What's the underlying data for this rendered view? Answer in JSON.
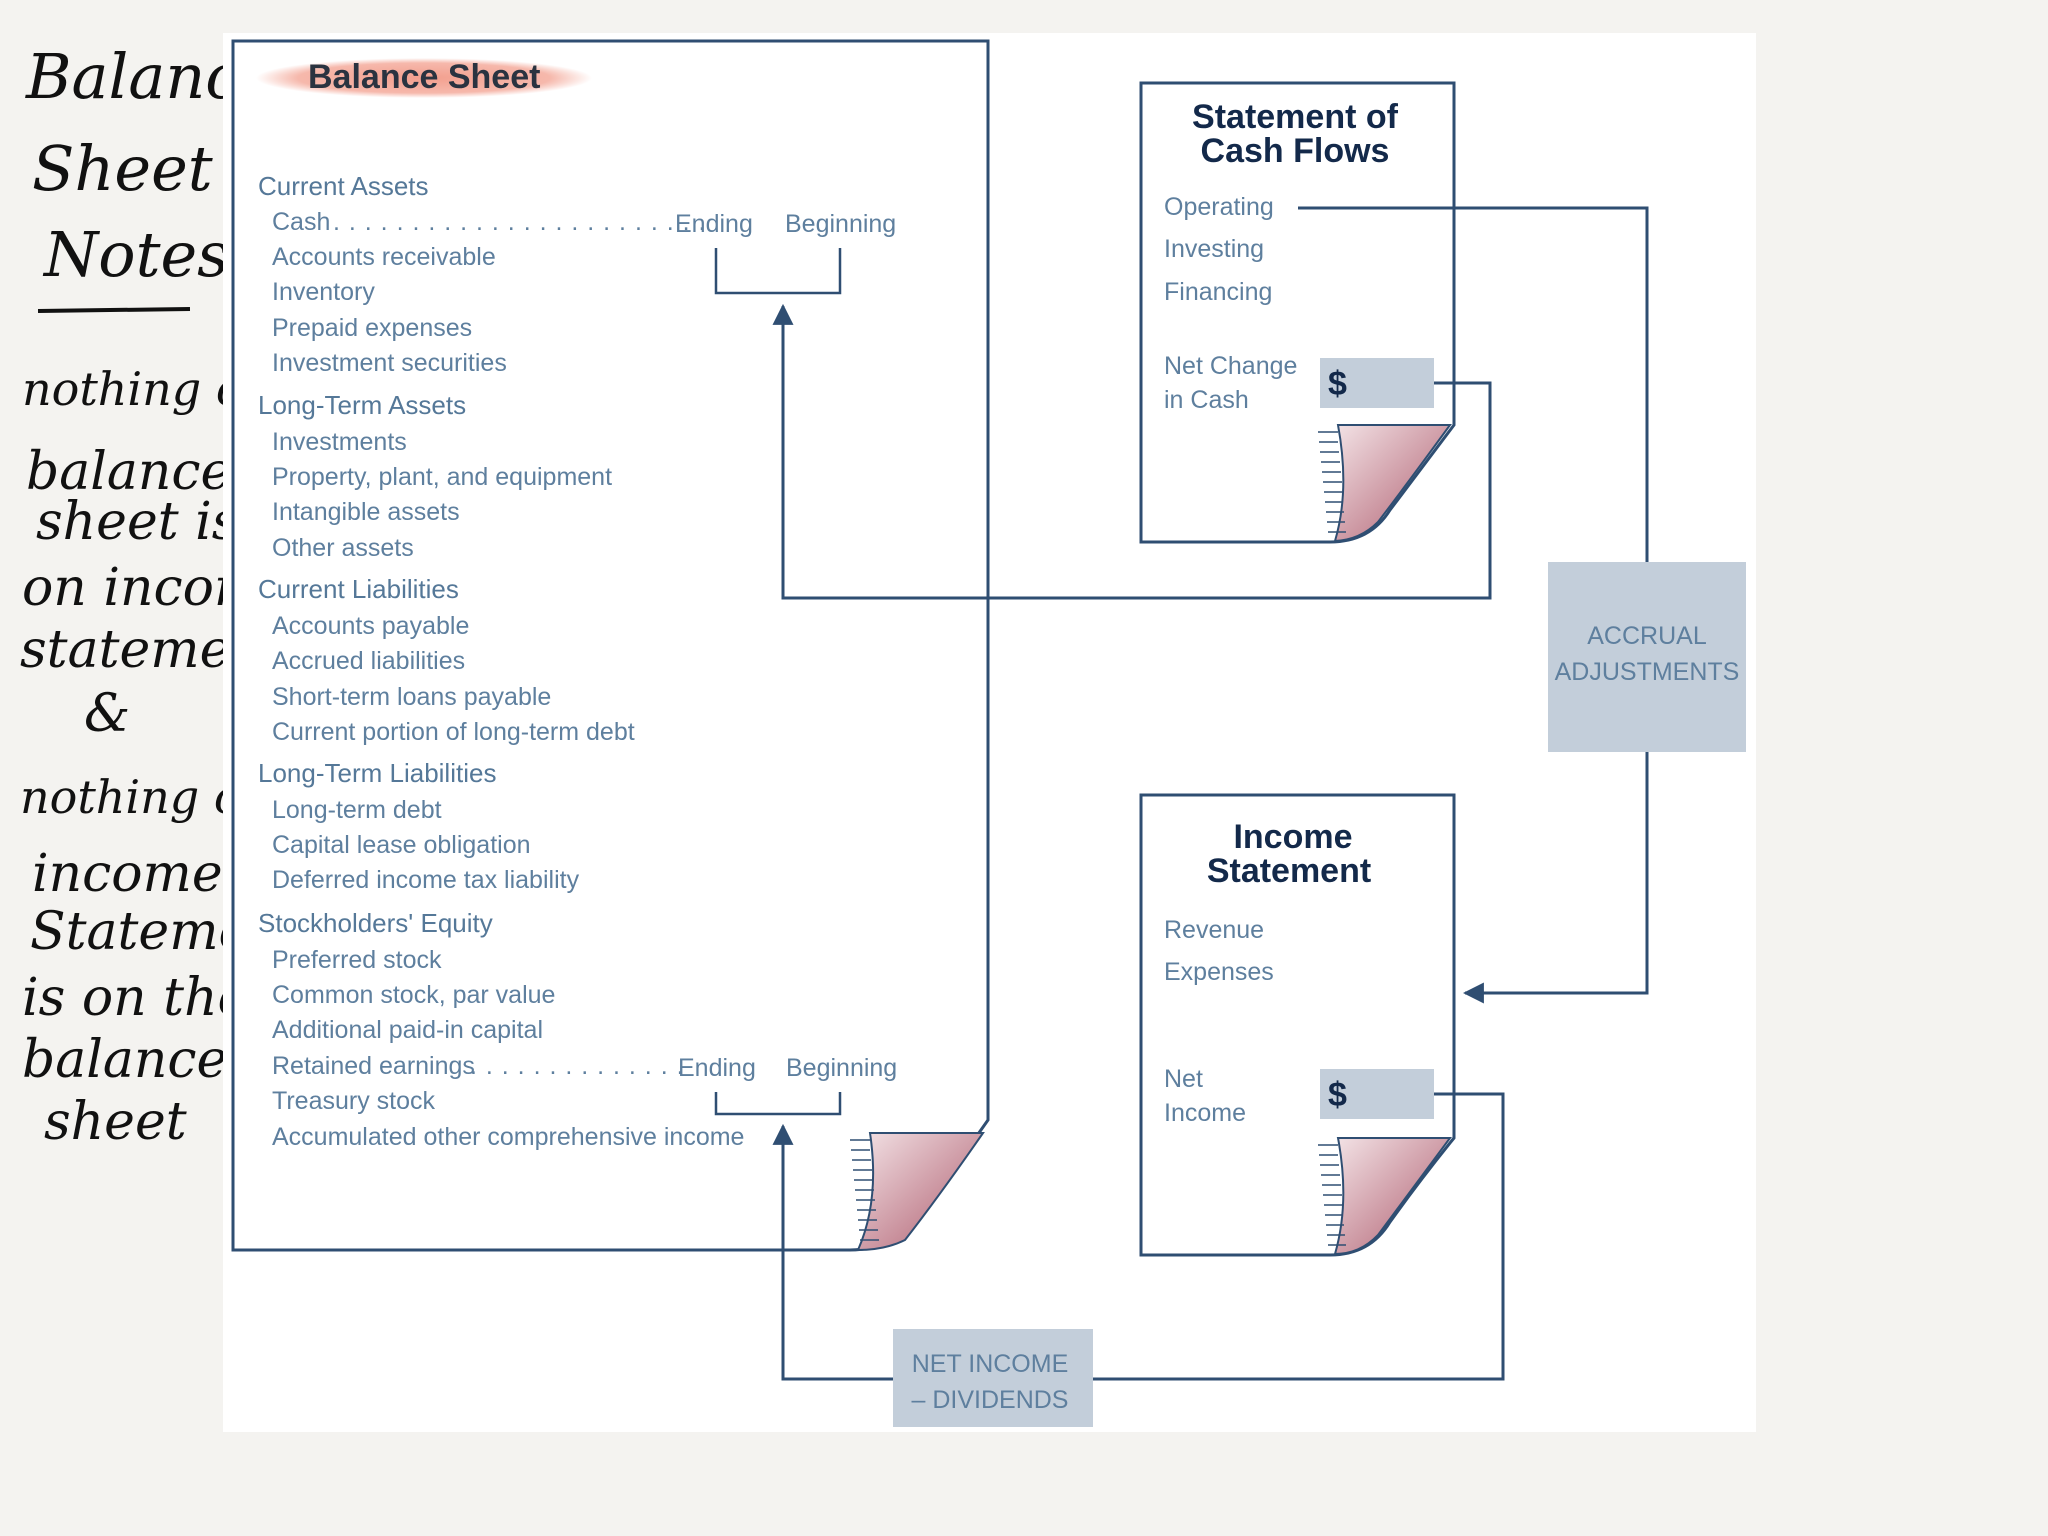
{
  "handwriting": {
    "title_lines": [
      "Balance",
      "Sheet",
      "Notes"
    ],
    "note_lines": [
      "nothing on",
      "balance",
      "sheet is",
      "on income",
      "statement",
      "&",
      "nothing on",
      "income",
      "Statement",
      "is on the",
      "balance",
      "sheet"
    ]
  },
  "balance_sheet": {
    "title": "Balance Sheet",
    "sections": [
      {
        "header": "Current Assets",
        "items": [
          "Cash",
          "Accounts receivable",
          "Inventory",
          "Prepaid expenses",
          "Investment securities"
        ]
      },
      {
        "header": "Long-Term Assets",
        "items": [
          "Investments",
          "Property, plant, and equipment",
          "Intangible assets",
          "Other assets"
        ]
      },
      {
        "header": "Current Liabilities",
        "items": [
          "Accounts payable",
          "Accrued liabilities",
          "Short-term loans payable",
          "Current portion of long-term debt"
        ]
      },
      {
        "header": "Long-Term Liabilities",
        "items": [
          "Long-term debt",
          "Capital lease obligation",
          "Deferred income tax liability"
        ]
      },
      {
        "header": "Stockholders' Equity",
        "items": [
          "Preferred stock",
          "Common stock, par value",
          "Additional paid-in capital",
          "Retained earnings",
          "Treasury stock",
          "Accumulated other comprehensive income"
        ]
      }
    ],
    "ending_label": "Ending",
    "beginning_label": "Beginning"
  },
  "cash_flows": {
    "title_lines": [
      "Statement of",
      "Cash Flows"
    ],
    "items": [
      "Operating",
      "Investing",
      "Financing"
    ],
    "net_change_lines": [
      "Net Change",
      "in Cash"
    ],
    "currency_symbol": "$"
  },
  "income_statement": {
    "title_lines": [
      "Income",
      "Statement"
    ],
    "items": [
      "Revenue",
      "Expenses"
    ],
    "net_income_lines": [
      "Net",
      "Income"
    ],
    "currency_symbol": "$"
  },
  "accrual_box": {
    "lines": [
      "ACCRUAL",
      "ADJUSTMENTS"
    ]
  },
  "dividends_box": {
    "lines": [
      "NET INCOME",
      "– DIVIDENDS"
    ]
  },
  "colors": {
    "frame": "#2f4e72",
    "label_text": "#5e7f9e",
    "title_text": "#13294a",
    "box_fill": "#c3ceda",
    "highlight": "#f29a88",
    "page_curl": "#c9909c"
  }
}
